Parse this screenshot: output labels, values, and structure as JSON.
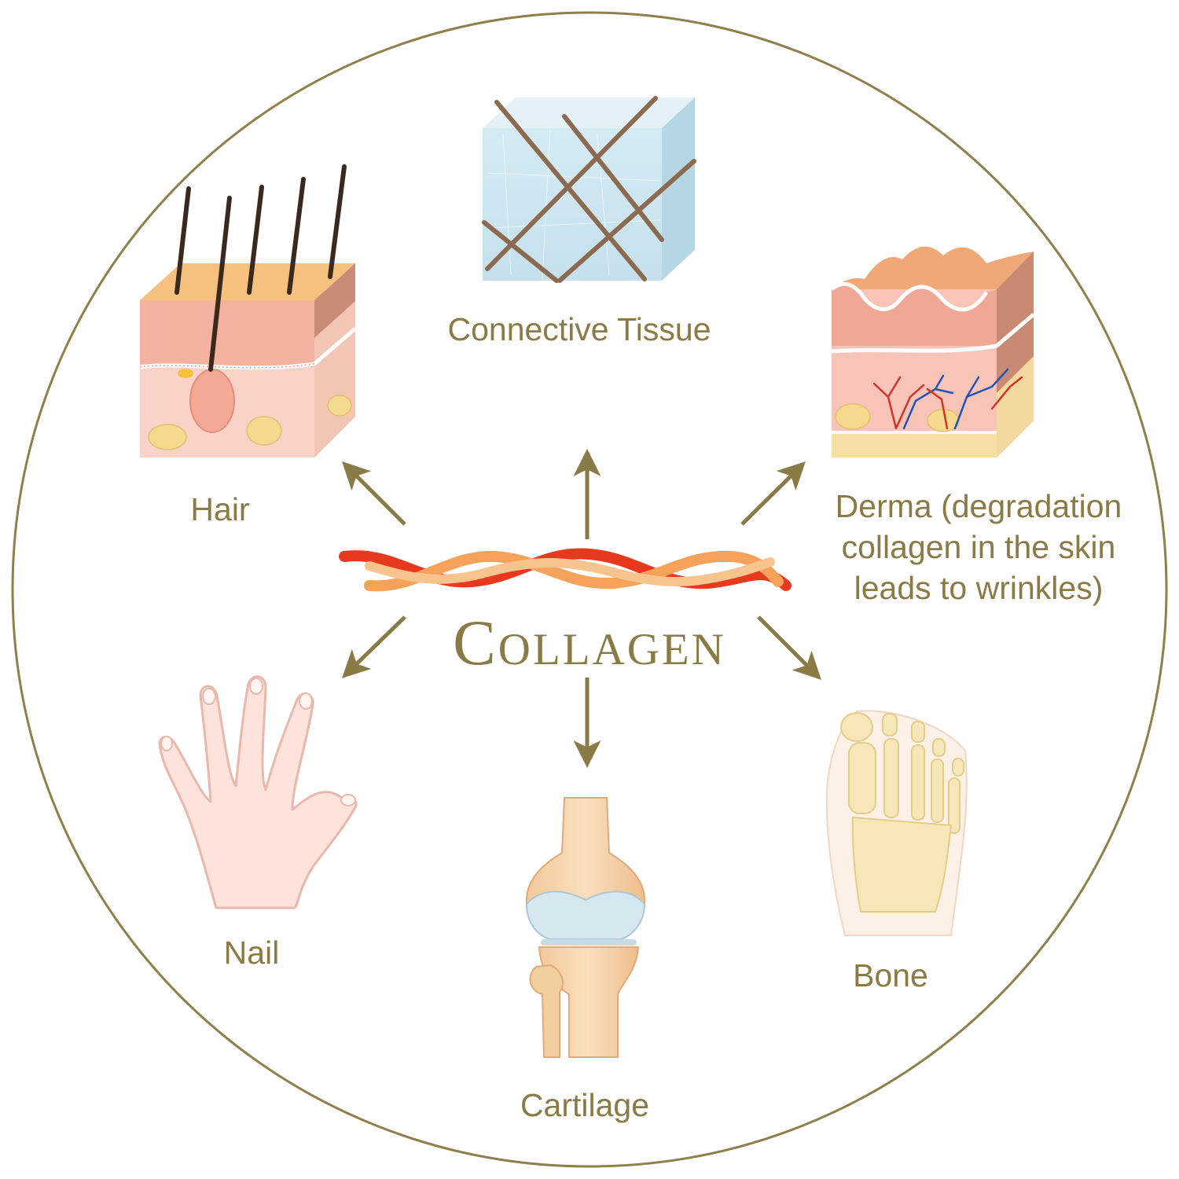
{
  "diagram": {
    "title": "Collagen",
    "colors": {
      "accent": "#8a7a45",
      "ring": "#8f7f4b",
      "skin_top": "#f2b67a",
      "skin_pink": "#f5b9a6",
      "skin_light": "#fbd7cd",
      "cube_blue": "#cfe7f1",
      "fiber_brown": "#8b6a4f",
      "strand_red": "#e8391f",
      "strand_orange": "#f6a25a",
      "bone_cream": "#f7e7b8",
      "cartilage_blue": "#d6e7ef"
    },
    "nodes": [
      {
        "id": "hair",
        "label": "Hair",
        "icon": "skin-hair-follicle-icon"
      },
      {
        "id": "connective",
        "label": "Connective Tissue",
        "icon": "connective-tissue-cube-icon"
      },
      {
        "id": "derma",
        "label_lines": [
          "Derma (degradation",
          "collagen in the skin",
          "leads to wrinkles)"
        ],
        "icon": "skin-wrinkle-layers-icon"
      },
      {
        "id": "nail",
        "label": "Nail",
        "icon": "hand-icon"
      },
      {
        "id": "cartilage",
        "label": "Cartilage",
        "icon": "knee-joint-icon"
      },
      {
        "id": "bone",
        "label": "Bone",
        "icon": "foot-bones-icon"
      }
    ],
    "edges": [
      {
        "from": "collagen",
        "to": "hair"
      },
      {
        "from": "collagen",
        "to": "connective"
      },
      {
        "from": "collagen",
        "to": "derma"
      },
      {
        "from": "collagen",
        "to": "nail"
      },
      {
        "from": "collagen",
        "to": "cartilage"
      },
      {
        "from": "collagen",
        "to": "bone"
      }
    ]
  }
}
